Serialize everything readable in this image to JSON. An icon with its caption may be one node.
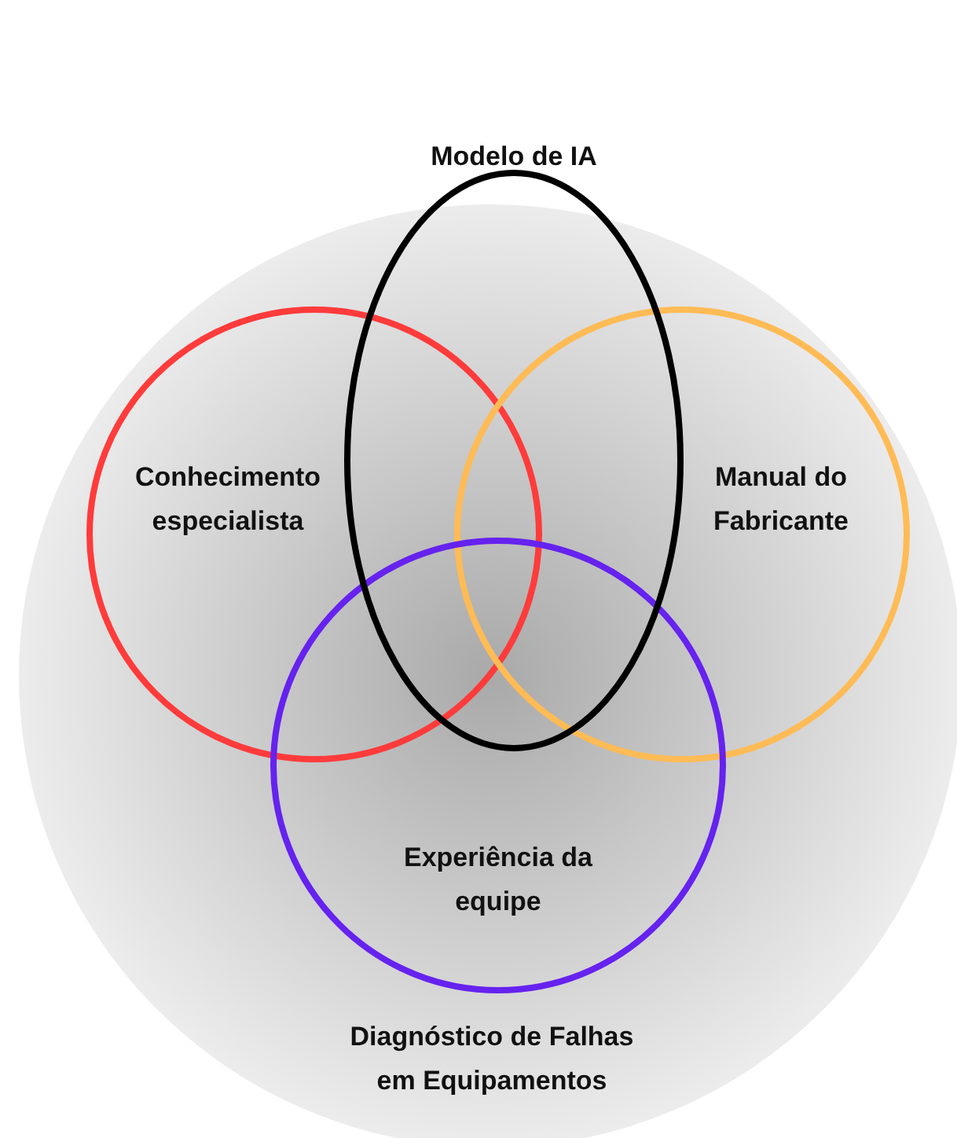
{
  "diagram": {
    "nodes": [
      {
        "text": [
          "Diagnóstico de Falhas em Equipamentos"
        ]
      },
      {
        "text": [
          "Modelo de IA"
        ]
      },
      {
        "text": [
          "Conhecimento especialista"
        ],
        "in": 0
      },
      {
        "text": [
          "Manual do Fabricante"
        ],
        "in": 0
      },
      {
        "text": [
          "Experiência da equipe"
        ],
        "in": 0
      }
    ]
  }
}
